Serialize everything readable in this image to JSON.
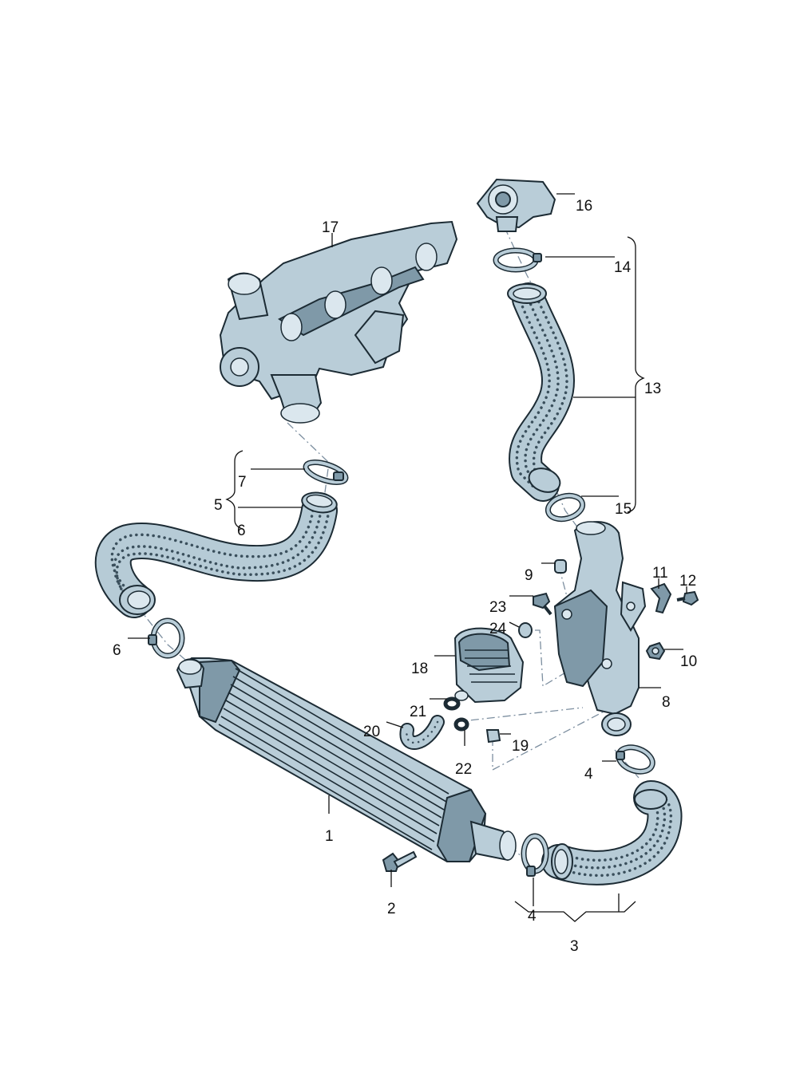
{
  "callouts": {
    "c1": "1",
    "c2": "2",
    "c3": "3",
    "c4a": "4",
    "c4b": "4",
    "c5": "5",
    "c6a": "6",
    "c6b": "6",
    "c7": "7",
    "c8": "8",
    "c9": "9",
    "c10": "10",
    "c11": "11",
    "c12": "12",
    "c13": "13",
    "c14": "14",
    "c15": "15",
    "c16": "16",
    "c17": "17",
    "c18": "18",
    "c19": "19",
    "c20": "20",
    "c21": "21",
    "c22": "22",
    "c23": "23",
    "c24": "24"
  },
  "colors": {
    "part_fill": "#b9cdd8",
    "part_outline": "#1c2b34",
    "background": "#ffffff"
  }
}
